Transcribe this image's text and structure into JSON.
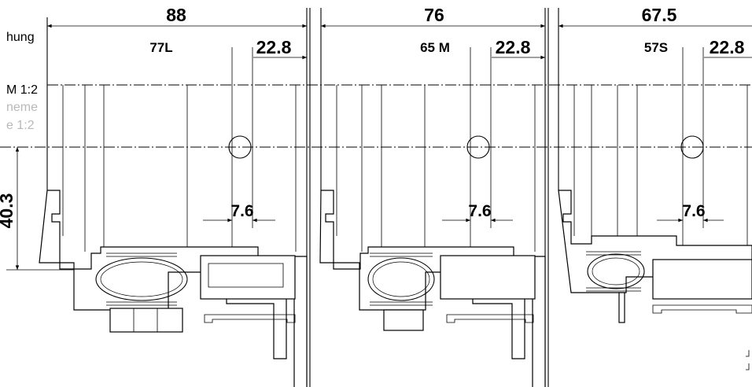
{
  "side_notes": {
    "line1": "hung",
    "line2": "M 1:2",
    "line3": "neme",
    "line4": "e 1:2"
  },
  "colors": {
    "ink": "#000000",
    "faded_text": "#b8b8b8",
    "background": "#ffffff"
  },
  "height_dimension": "40.3",
  "profiles": [
    {
      "width": "88",
      "label": "77L",
      "offset": "22.8",
      "gap": "7.6"
    },
    {
      "width": "76",
      "label": "65 M",
      "offset": "22.8",
      "gap": "7.6"
    },
    {
      "width": "67.5",
      "label": "57S",
      "offset": "22.8",
      "gap": "7.6"
    }
  ]
}
